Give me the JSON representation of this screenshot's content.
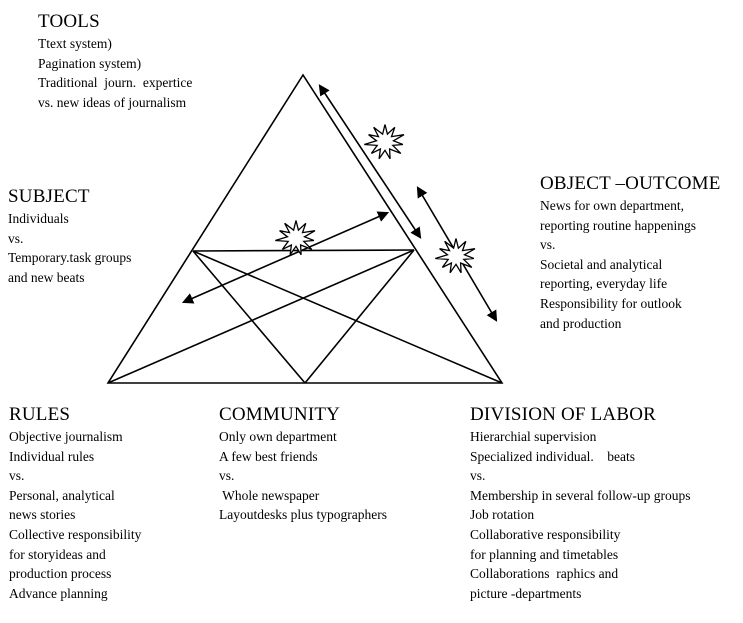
{
  "tools": {
    "heading": "TOOLS",
    "lines": [
      "Ttext system)",
      "Pagination system)",
      "Traditional  journ.  expertice",
      "vs. new ideas of journalism"
    ]
  },
  "subject": {
    "heading": "SUBJECT",
    "lines": [
      "Individuals",
      "vs.",
      "Temporary.task groups",
      "and new beats"
    ]
  },
  "object_outcome": {
    "heading": "OBJECT –OUTCOME",
    "lines": [
      "News for own department,",
      "reporting routine happenings",
      "vs.",
      "Societal and analytical",
      "reporting, everyday life",
      "Responsibility for outlook",
      "and production"
    ]
  },
  "rules": {
    "heading": "RULES",
    "lines": [
      "Objective journalism",
      "Individual rules",
      "vs.",
      "Personal, analytical",
      "news stories",
      "Collective responsibility",
      "for storyideas and",
      "production process",
      "Advance planning"
    ]
  },
  "community": {
    "heading": "COMMUNITY",
    "lines": [
      "Only own department",
      "A few best friends",
      "vs.",
      " Whole newspaper",
      "Layoutdesks plus typographers"
    ]
  },
  "division_of_labor": {
    "heading": "DIVISION OF LABOR",
    "lines": [
      "Hierarchial supervision",
      "Specialized individual.    beats",
      "vs.",
      "Membership in several follow-up groups",
      "Job rotation",
      "Collaborative responsibility",
      "for planning and timetables",
      "Collaborations  raphics and",
      "picture -departments"
    ]
  },
  "colors": {
    "stroke": "#000000",
    "background": "#ffffff"
  },
  "icons": [
    "conflict-burst-icon",
    "double-headed-arrow"
  ]
}
